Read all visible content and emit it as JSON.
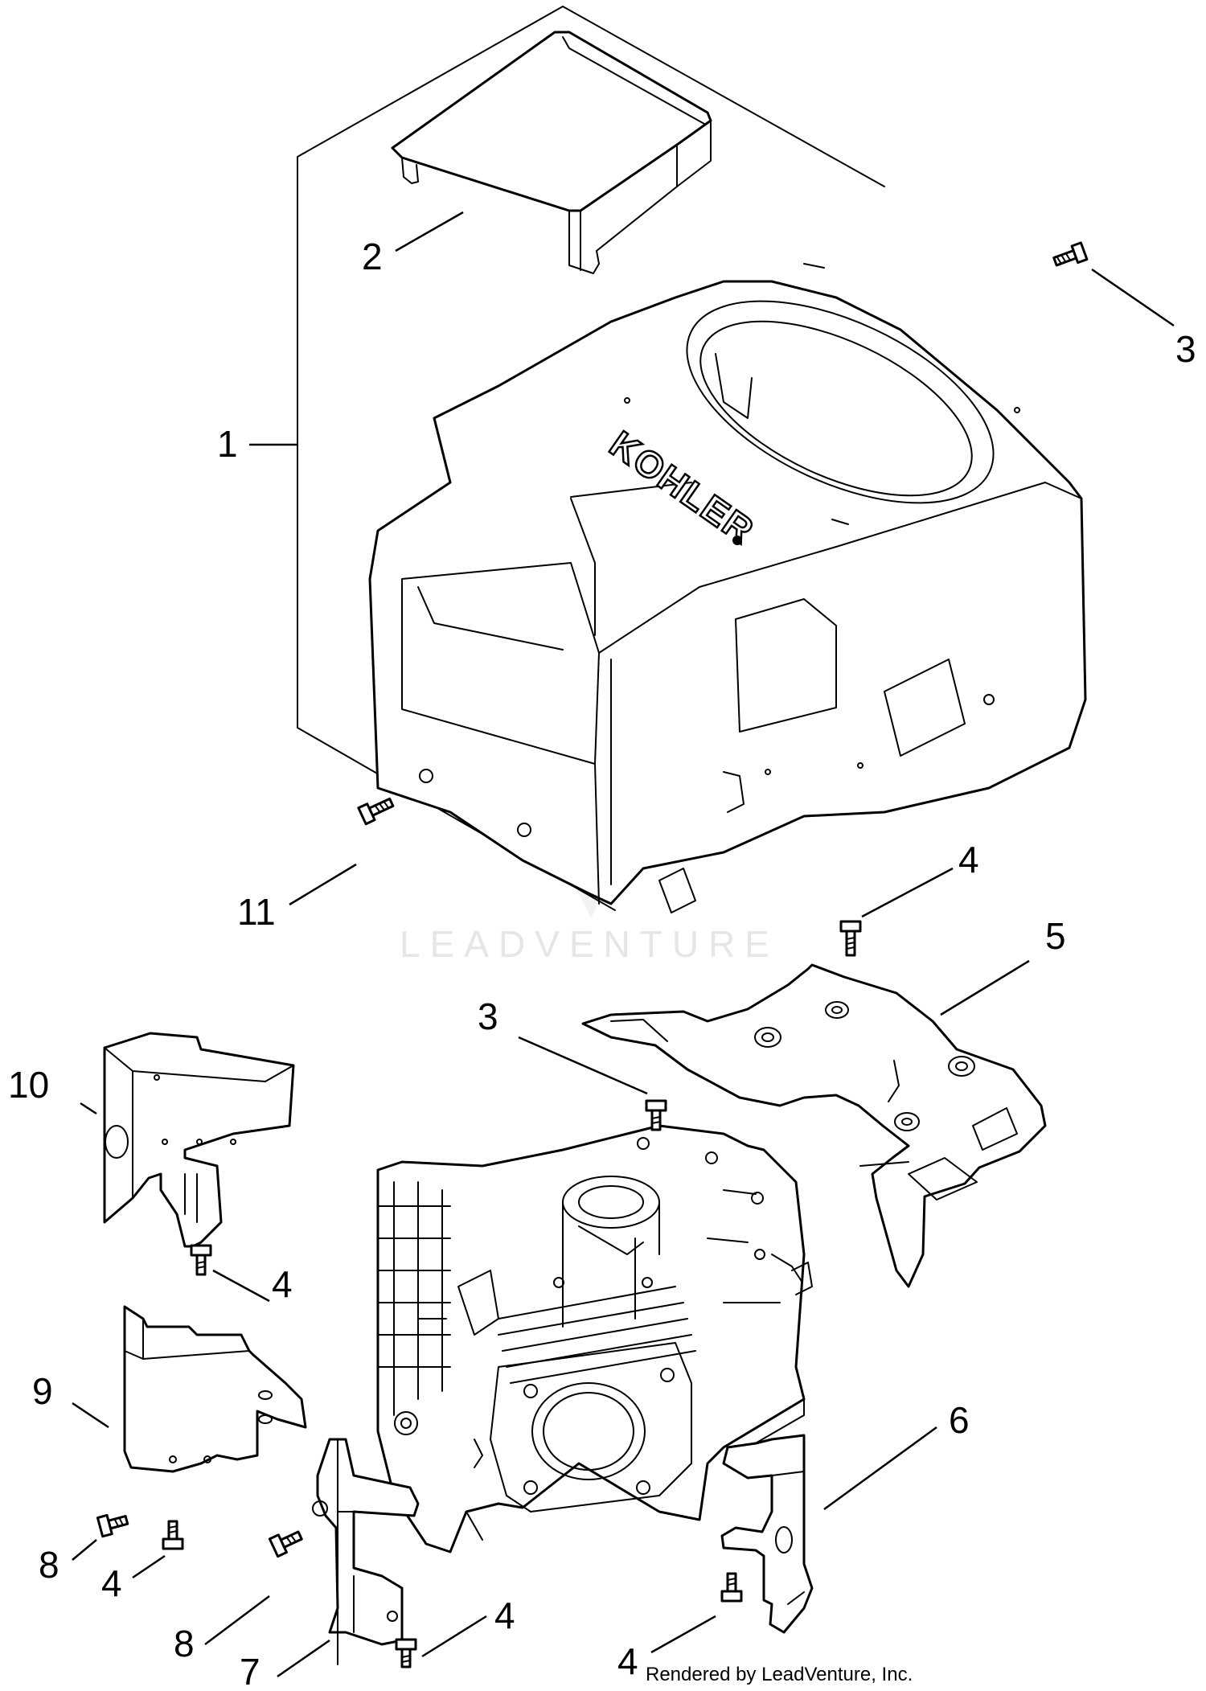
{
  "watermark": {
    "text": "LEADVENTURE"
  },
  "credit": "Rendered by LeadVenture, Inc.",
  "brand_text": "KOHLER",
  "callouts": [
    {
      "id": "c1",
      "label": "1"
    },
    {
      "id": "c2",
      "label": "2"
    },
    {
      "id": "c3a",
      "label": "3"
    },
    {
      "id": "c11",
      "label": "11"
    },
    {
      "id": "c4a",
      "label": "4"
    },
    {
      "id": "c5",
      "label": "5"
    },
    {
      "id": "c3b",
      "label": "3"
    },
    {
      "id": "c10",
      "label": "10"
    },
    {
      "id": "c4b",
      "label": "4"
    },
    {
      "id": "c9",
      "label": "9"
    },
    {
      "id": "c6",
      "label": "6"
    },
    {
      "id": "c8a",
      "label": "8"
    },
    {
      "id": "c4c",
      "label": "4"
    },
    {
      "id": "c8b",
      "label": "8"
    },
    {
      "id": "c4d",
      "label": "4"
    },
    {
      "id": "c7",
      "label": "7"
    },
    {
      "id": "c4e",
      "label": "4"
    }
  ]
}
